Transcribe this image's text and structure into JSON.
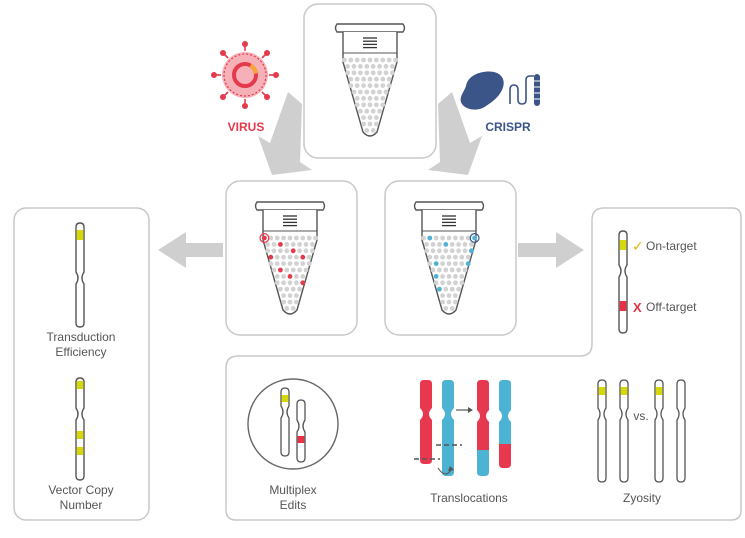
{
  "colors": {
    "virus": "#e43a4c",
    "crispr": "#3b5588",
    "check": "#e8b400",
    "cross": "#e53343",
    "yellow": "#d6d60d",
    "red_chrom": "#e8384f",
    "blue_chrom": "#4db3d3",
    "arrow": "#cfcfcf",
    "panel_border": "#c8c8c8"
  },
  "icons": {
    "virus": "virus-icon",
    "crispr": "crispr-protein-icon",
    "check": "check-icon",
    "cross": "x-icon",
    "tube": "tube-icon",
    "chromosome": "chromosome-icon"
  },
  "labels": {
    "virus": "VIRUS",
    "crispr": "CRISPR",
    "on_target": "On-target",
    "off_target": "Off-target",
    "check_mark": "✓",
    "x_mark": "X",
    "transduction_1": "Transduction",
    "transduction_2": "Efficiency",
    "vcn_1": "Vector Copy",
    "vcn_2": "Number",
    "multiplex_1": "Multiplex",
    "multiplex_2": "Edits",
    "translocations": "Translocations",
    "zygosity": "Zyosity",
    "vs": "vs."
  }
}
